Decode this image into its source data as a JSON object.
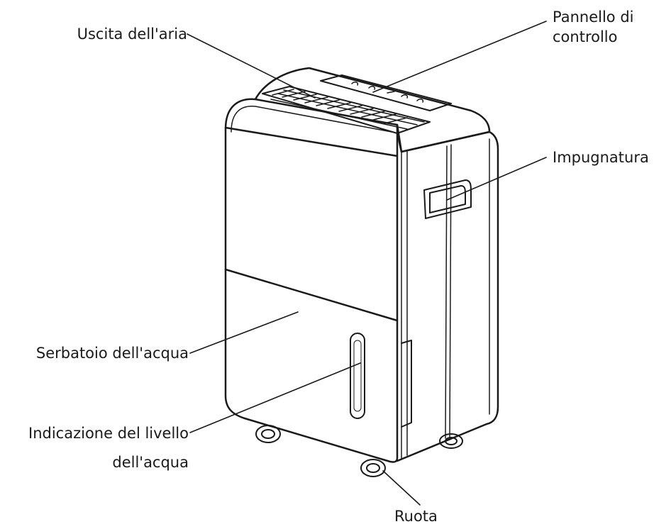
{
  "labels": {
    "air_outlet": "Uscita dell'aria",
    "control_panel_line1": "Pannello di",
    "control_panel_line2": "controllo",
    "handle": "Impugnatura",
    "water_tank": "Serbatoio dell'acqua",
    "water_level_line1": "Indicazione del livello",
    "water_level_line2": "dell'acqua",
    "wheel": "Ruota"
  },
  "colors": {
    "line": "#1a1a1a",
    "background": "#ffffff"
  }
}
